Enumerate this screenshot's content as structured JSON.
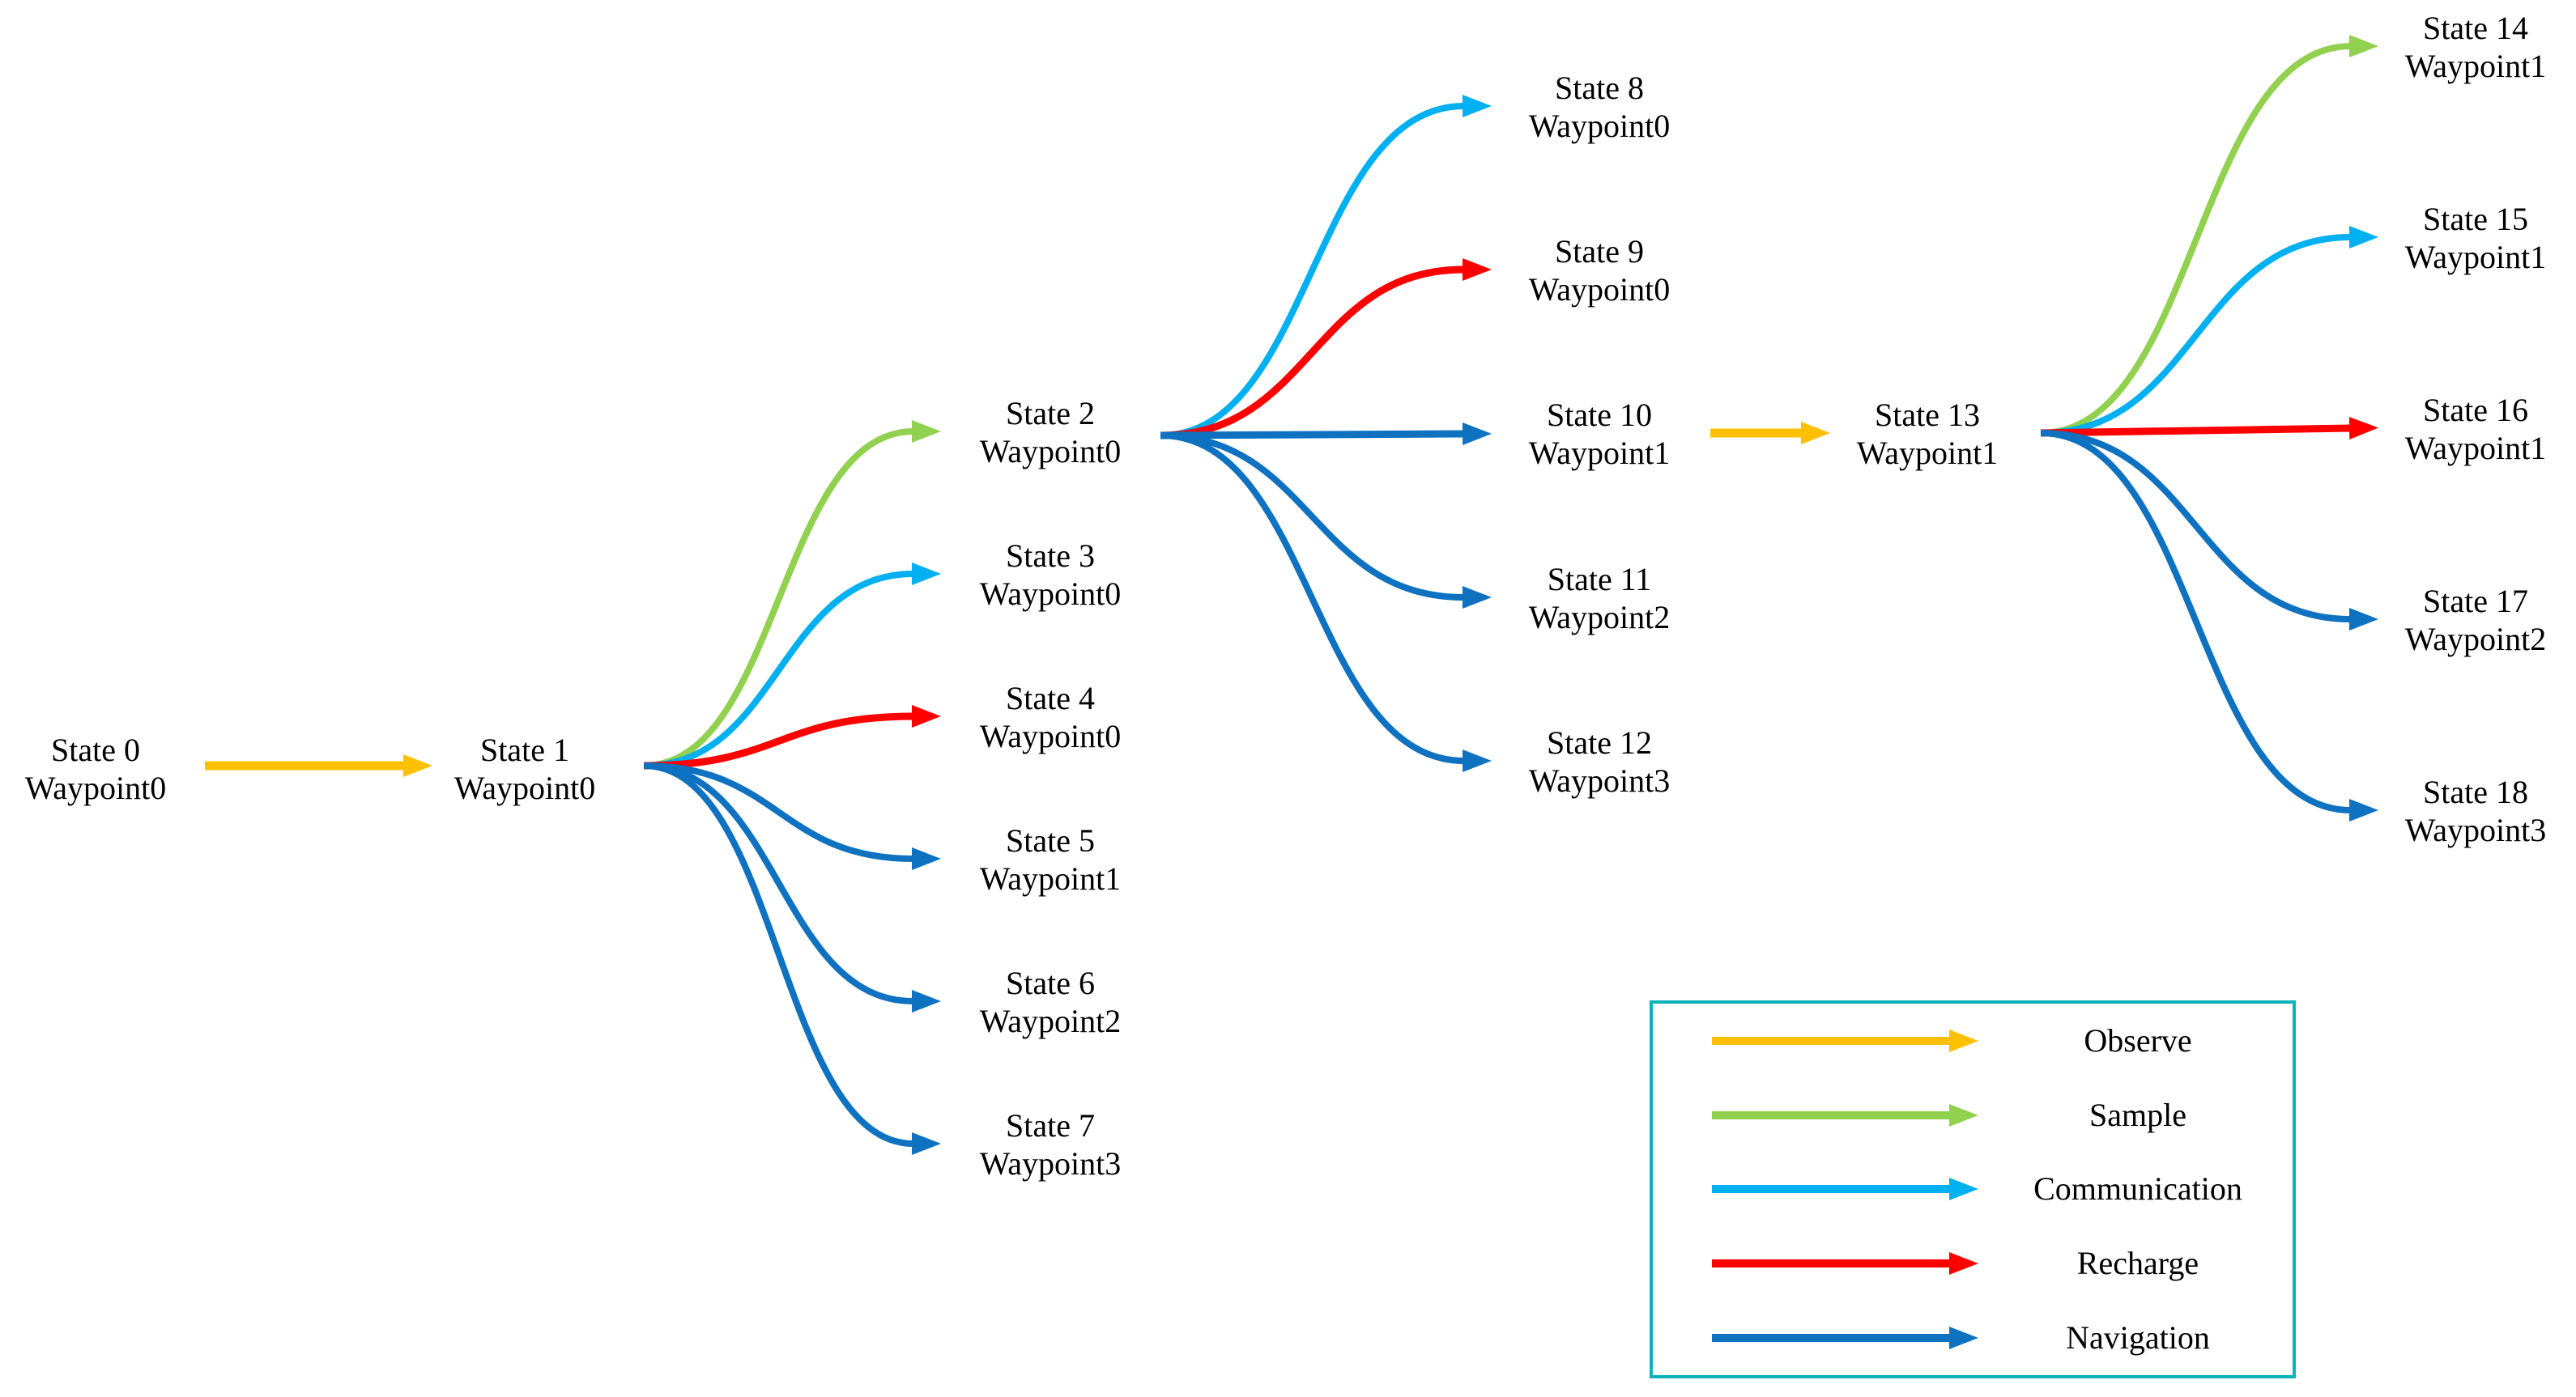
{
  "colors": {
    "observe": "#ffc000",
    "sample": "#92d050",
    "communication": "#00b0f0",
    "recharge": "#ff0000",
    "navigation": "#0f72c1",
    "legend_border": "#0bb3b8",
    "text": "#000000"
  },
  "diagram": {
    "nodes": [
      {
        "id": 0,
        "state": "State 0",
        "waypoint": "Waypoint0"
      },
      {
        "id": 1,
        "state": "State 1",
        "waypoint": "Waypoint0"
      },
      {
        "id": 2,
        "state": "State 2",
        "waypoint": "Waypoint0"
      },
      {
        "id": 3,
        "state": "State 3",
        "waypoint": "Waypoint0"
      },
      {
        "id": 4,
        "state": "State 4",
        "waypoint": "Waypoint0"
      },
      {
        "id": 5,
        "state": "State 5",
        "waypoint": "Waypoint1"
      },
      {
        "id": 6,
        "state": "State 6",
        "waypoint": "Waypoint2"
      },
      {
        "id": 7,
        "state": "State 7",
        "waypoint": "Waypoint3"
      },
      {
        "id": 8,
        "state": "State 8",
        "waypoint": "Waypoint0"
      },
      {
        "id": 9,
        "state": "State 9",
        "waypoint": "Waypoint0"
      },
      {
        "id": 10,
        "state": "State 10",
        "waypoint": "Waypoint1"
      },
      {
        "id": 11,
        "state": "State 11",
        "waypoint": "Waypoint2"
      },
      {
        "id": 12,
        "state": "State 12",
        "waypoint": "Waypoint3"
      },
      {
        "id": 13,
        "state": "State 13",
        "waypoint": "Waypoint1"
      },
      {
        "id": 14,
        "state": "State 14",
        "waypoint": "Waypoint1"
      },
      {
        "id": 15,
        "state": "State 15",
        "waypoint": "Waypoint1"
      },
      {
        "id": 16,
        "state": "State 16",
        "waypoint": "Waypoint1"
      },
      {
        "id": 17,
        "state": "State 17",
        "waypoint": "Waypoint2"
      },
      {
        "id": 18,
        "state": "State 18",
        "waypoint": "Waypoint3"
      }
    ],
    "edges": [
      {
        "from": 0,
        "to": 1,
        "action": "Observe"
      },
      {
        "from": 1,
        "to": 2,
        "action": "Sample"
      },
      {
        "from": 1,
        "to": 3,
        "action": "Communication"
      },
      {
        "from": 1,
        "to": 4,
        "action": "Recharge"
      },
      {
        "from": 1,
        "to": 5,
        "action": "Navigation"
      },
      {
        "from": 1,
        "to": 6,
        "action": "Navigation"
      },
      {
        "from": 1,
        "to": 7,
        "action": "Navigation"
      },
      {
        "from": 2,
        "to": 8,
        "action": "Communication"
      },
      {
        "from": 2,
        "to": 9,
        "action": "Recharge"
      },
      {
        "from": 2,
        "to": 10,
        "action": "Navigation"
      },
      {
        "from": 2,
        "to": 11,
        "action": "Navigation"
      },
      {
        "from": 2,
        "to": 12,
        "action": "Navigation"
      },
      {
        "from": 10,
        "to": 13,
        "action": "Observe"
      },
      {
        "from": 13,
        "to": 14,
        "action": "Sample"
      },
      {
        "from": 13,
        "to": 15,
        "action": "Communication"
      },
      {
        "from": 13,
        "to": 16,
        "action": "Recharge"
      },
      {
        "from": 13,
        "to": 17,
        "action": "Navigation"
      },
      {
        "from": 13,
        "to": 18,
        "action": "Navigation"
      }
    ]
  },
  "legend": {
    "items": [
      {
        "label": "Observe",
        "action": "observe"
      },
      {
        "label": "Sample",
        "action": "sample"
      },
      {
        "label": "Communication",
        "action": "communication"
      },
      {
        "label": "Recharge",
        "action": "recharge"
      },
      {
        "label": "Navigation",
        "action": "navigation"
      }
    ]
  }
}
